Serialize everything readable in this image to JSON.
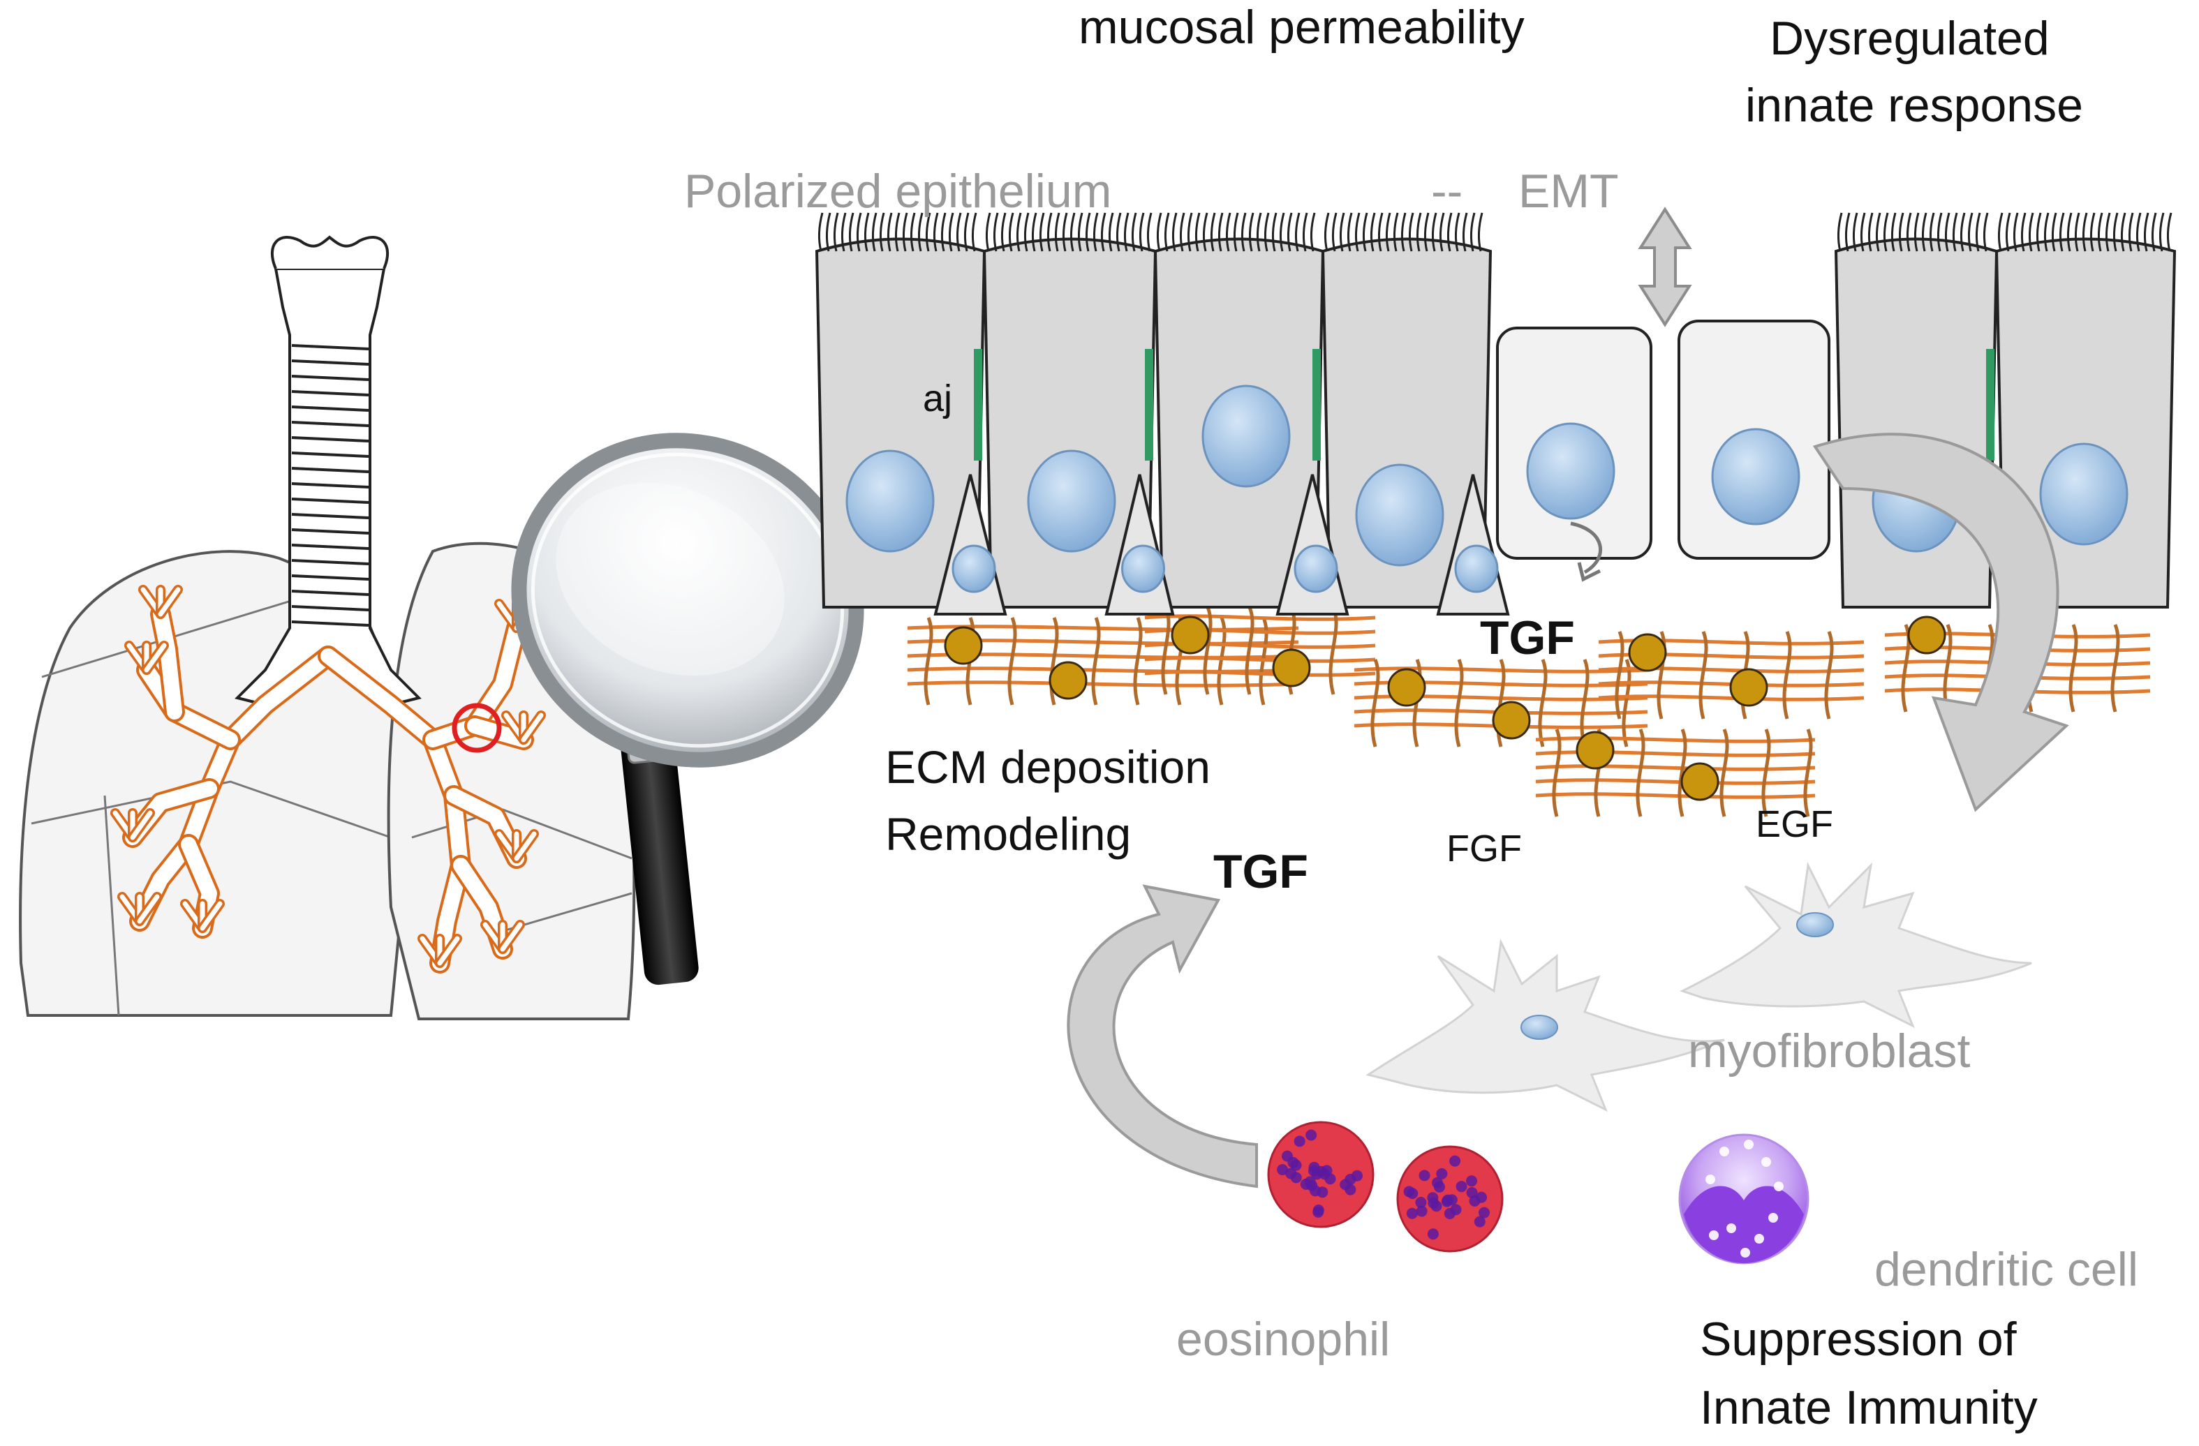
{
  "labels": {
    "mucosal_permeability": "mucosal permeability",
    "dysregulated_line1": "Dysregulated",
    "dysregulated_line2": "innate response",
    "polarized_epithelium": "Polarized epithelium",
    "dash": "--",
    "emt": "EMT",
    "aj": "aj",
    "tgf_upper": "TGF",
    "ecm_line1": "ECM deposition",
    "ecm_line2": "Remodeling",
    "tgf_lower": "TGF",
    "fgf": "FGF",
    "egf": "EGF",
    "myofibroblast": "myofibroblast",
    "eosinophil": "eosinophil",
    "dendritic_cell": "dendritic cell",
    "suppression_line1": "Suppression of",
    "suppression_line2": "Innate Immunity"
  },
  "colors": {
    "cell_fill": "#d9d9d9",
    "cell_stroke": "#222222",
    "nucleus": "#8fb5dc",
    "junction": "#2f9a62",
    "ecm_fiber": "#e07a2e",
    "ecm_crosslink": "#b06a2a",
    "ecm_dot": "#c9940e",
    "arrow_fill": "#cfcfcf",
    "eosinophil": "#e23a4a",
    "eosinophil_granule": "#5a1aa0",
    "dendritic": "#9b5de5",
    "lung_outline": "#555555",
    "bronchi_edge": "#d86a1a",
    "highlight_circle": "#e02020",
    "magnifier_handle": "#222222"
  },
  "icons": {
    "lungs": "lungs-illustration",
    "magnifier": "magnifying-glass-icon",
    "emt_arrow": "double-headed-arrow-icon"
  }
}
